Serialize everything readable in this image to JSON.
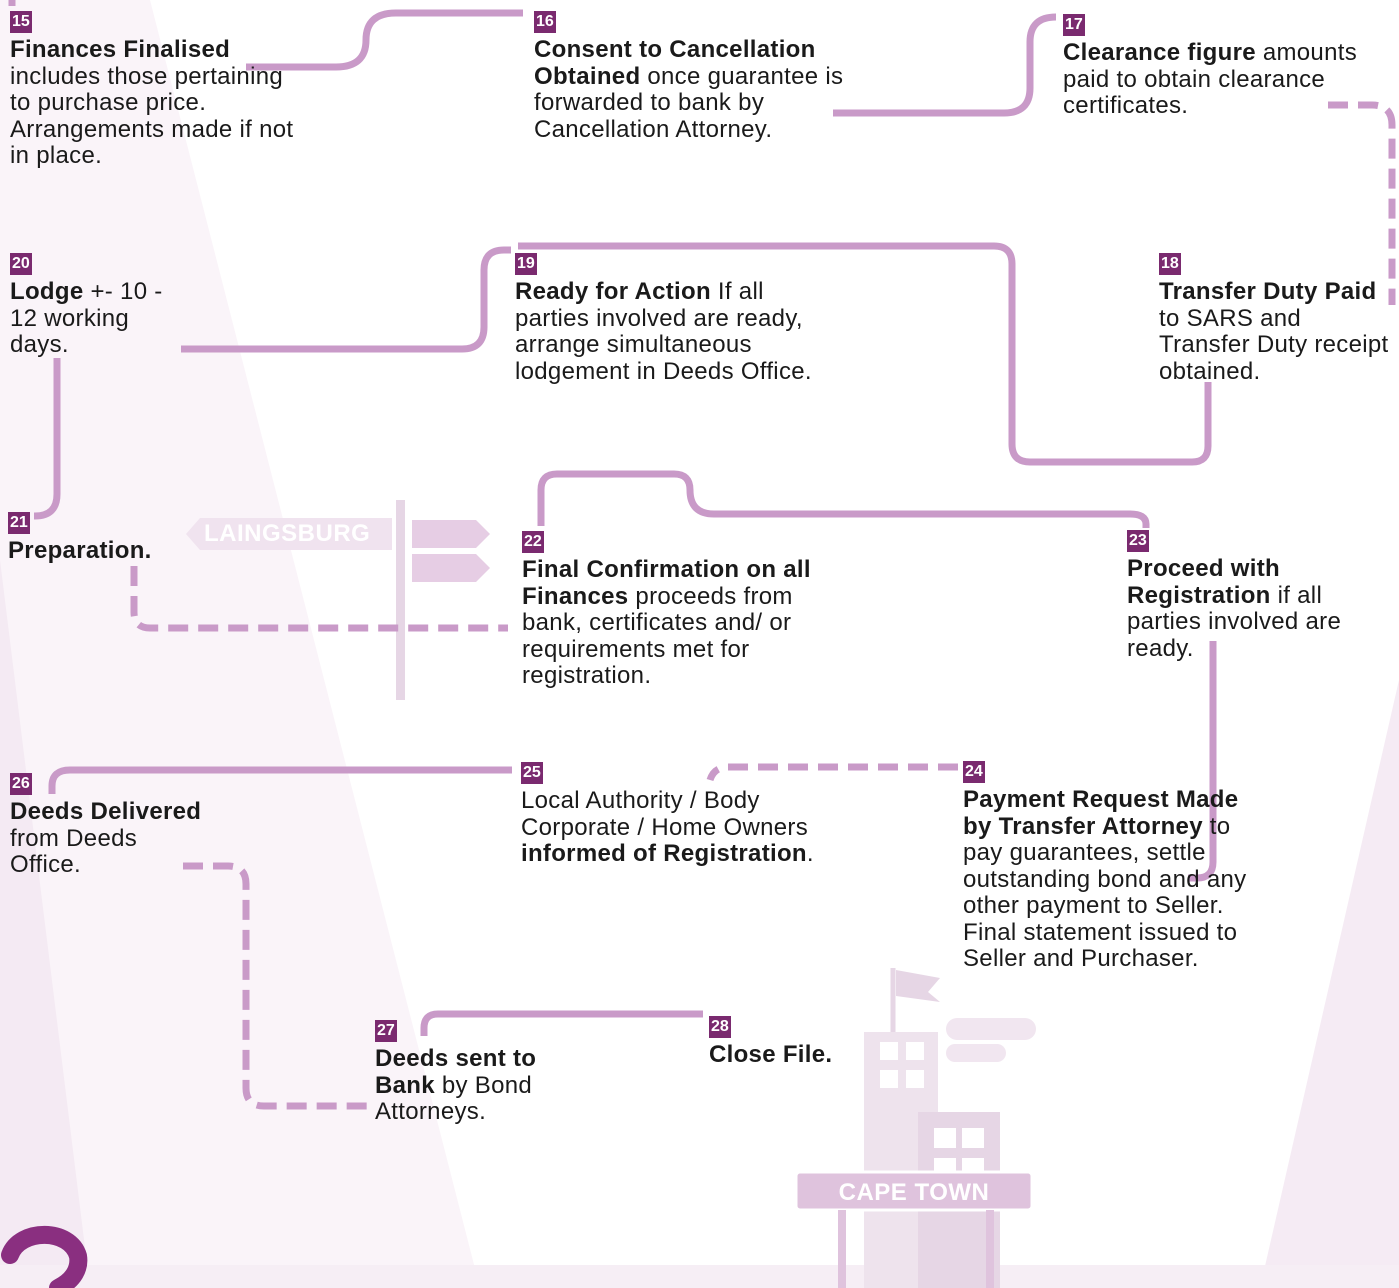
{
  "colors": {
    "accent": "#7a2a6f",
    "line": "#c99ac8",
    "pale": "#f1e6f0"
  },
  "steps": {
    "s15": {
      "num": "15",
      "bold": "Finances Finalised",
      "text": " includes those pertaining to purchase price. Arrangements made if not in place."
    },
    "s16": {
      "num": "16",
      "bold": "Consent to Cancellation Obtained",
      "text": " once guarantee is forwarded to bank by Cancellation Attorney."
    },
    "s17": {
      "num": "17",
      "bold": "Clearance figure",
      "text": " amounts paid to obtain clearance certificates."
    },
    "s18": {
      "num": "18",
      "bold": "Transfer Duty Paid",
      "text": " to SARS and Transfer Duty receipt obtained."
    },
    "s19": {
      "num": "19",
      "bold": "Ready for Action",
      "text": " If all parties involved are ready, arrange simultaneous lodgement in Deeds Office."
    },
    "s20": {
      "num": "20",
      "bold": "Lodge",
      "text": " +- 10 - 12 working days."
    },
    "s21": {
      "num": "21",
      "bold": "Preparation.",
      "text": ""
    },
    "s22": {
      "num": "22",
      "bold": "Final Confirmation on all Finances",
      "text": " proceeds from bank, certificates and/ or requirements met for registration."
    },
    "s23": {
      "num": "23",
      "bold": "Proceed with Registration",
      "text": " if all parties involved are ready."
    },
    "s24": {
      "num": "24",
      "bold": "Payment Request Made by Transfer Attorney",
      "text": " to pay guarantees, settle outstanding bond and any other payment to Seller. Final statement issued to Seller and Purchaser."
    },
    "s25": {
      "num": "25",
      "pre": "Local Authority / Body Corporate / Home Owners ",
      "bold": "informed of Registration",
      "post": "."
    },
    "s26": {
      "num": "26",
      "bold": "Deeds Delivered",
      "text": " from Deeds Office."
    },
    "s27": {
      "num": "27",
      "bold": "Deeds sent to Bank",
      "text": " by Bond Attorneys."
    },
    "s28": {
      "num": "28",
      "bold": "Close File.",
      "text": ""
    }
  },
  "signs": {
    "laingsburg": "LAINGSBURG",
    "cape_town": "CAPE TOWN"
  }
}
